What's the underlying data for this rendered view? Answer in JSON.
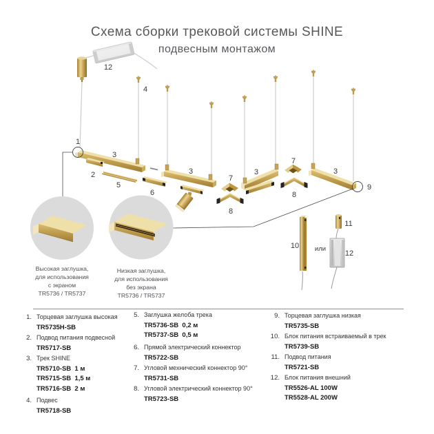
{
  "title": {
    "line1": "Схема сборки трековой системы SHINE",
    "line2": "подвесным монтажом"
  },
  "diagram": {
    "labels": {
      "n1": "1",
      "n2": "2",
      "n3": "3",
      "n4": "4",
      "n5": "5",
      "n6": "6",
      "n7": "7",
      "n8": "8",
      "n9": "9",
      "n10": "10",
      "n11": "11",
      "n12": "12"
    },
    "or_text": "или",
    "bubble_high": {
      "line1": "Высокая заглушка,",
      "line2": "для использования",
      "line3": "с экраном",
      "line4": "TR5736 / TR5737"
    },
    "bubble_low": {
      "line1": "Низкая заглушка,",
      "line2": "для использования",
      "line3": "без экрана",
      "line4": "TR5736 / TR5737"
    }
  },
  "colors": {
    "gold": "#C9A254",
    "gold_light": "#EFDFA8",
    "gold_dark": "#9A7830",
    "psu_grey": "#D9D9D9",
    "bubble_grey": "#DBDBDB",
    "text_dark": "#333333",
    "title_grey": "#57585C"
  },
  "legend": {
    "items": [
      {
        "num": "1.",
        "name": "Торцевая заглушка высокая",
        "codes": [
          "TR5735H-SB"
        ]
      },
      {
        "num": "2.",
        "name": "Подвод питания подвесной",
        "codes": [
          "TR5717-SB"
        ]
      },
      {
        "num": "3.",
        "name": "Трек SHINE",
        "codes": [
          "TR5710-SB  1 м",
          "TR5715-SB  1,5 м",
          "TR5716-SB  2 м"
        ]
      },
      {
        "num": "4.",
        "name": "Подвес",
        "codes": [
          "TR5718-SB"
        ]
      },
      {
        "num": "5.",
        "name": "Заглушка желоба трека",
        "codes": [
          "TR5736-SB  0,2 м",
          "TR5737-SB  0,5 м"
        ]
      },
      {
        "num": "6.",
        "name": "Прямой электрический коннектор",
        "codes": [
          "TR5722-SB"
        ]
      },
      {
        "num": "7.",
        "name": "Угловой мехнический коннектор 90°",
        "codes": [
          "TR5731-SB"
        ]
      },
      {
        "num": "8.",
        "name": "Угловой электрический коннектор 90°",
        "codes": [
          "TR5723-SB"
        ]
      },
      {
        "num": "9.",
        "name": "Торцевая заглушка низкая",
        "codes": [
          "TR5735-SB"
        ]
      },
      {
        "num": "10.",
        "name": "Блок питания встраиваемый в трек",
        "codes": [
          "TR5739-SB"
        ]
      },
      {
        "num": "11.",
        "name": "Подвод питания",
        "codes": [
          "TR5721-SB"
        ]
      },
      {
        "num": "12.",
        "name": "Блок питания внешний",
        "codes": [
          "TR5526-AL 100W",
          "TR5528-AL 200W"
        ]
      }
    ]
  }
}
